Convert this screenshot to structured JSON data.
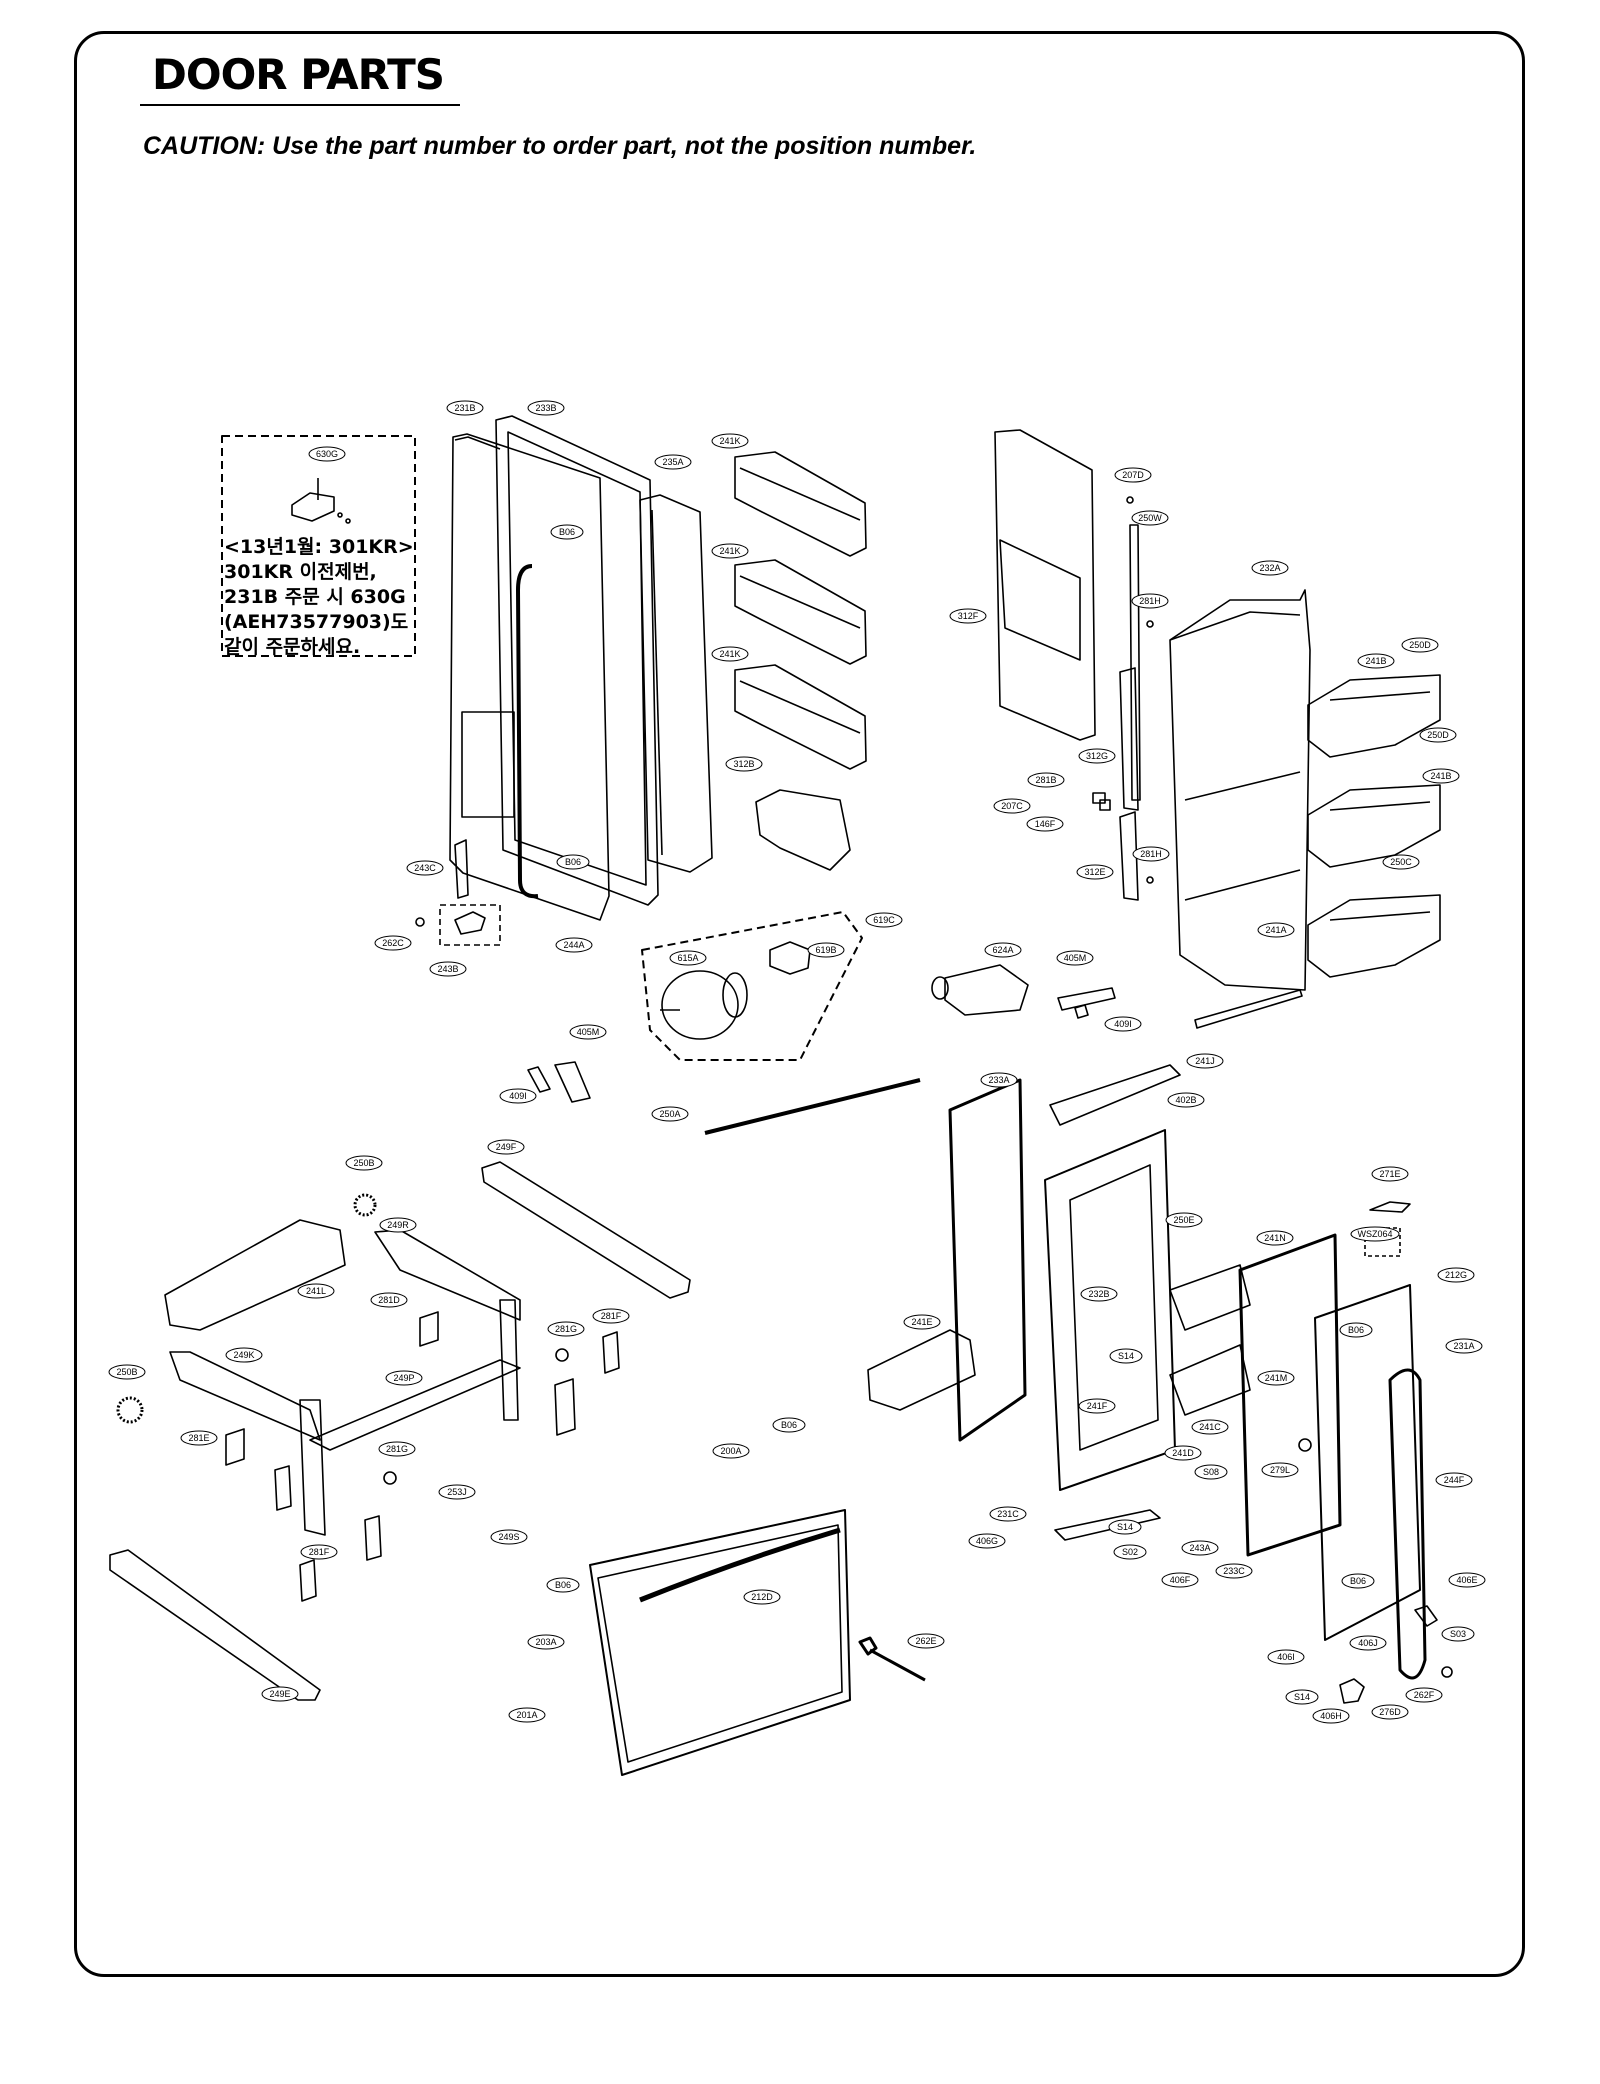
{
  "header": {
    "title": "DOOR PARTS",
    "caution": "CAUTION: Use the part number to order part, not the position number."
  },
  "inset_note": {
    "callout": "630G",
    "lines": [
      "<13년1월: 301KR>",
      "301KR 이전제번,",
      "231B 주문 시 630G",
      "(AEH73577903)도",
      "같이 주문하세요."
    ]
  },
  "callouts": [
    "231B",
    "233B",
    "235A",
    "241K",
    "241K",
    "241K",
    "B06",
    "312B",
    "243C",
    "B06",
    "262C",
    "243B",
    "244A",
    "312F",
    "207D",
    "250W",
    "232A",
    "281H",
    "241B",
    "250D",
    "250D",
    "241B",
    "312G",
    "281B",
    "207C",
    "146F",
    "281H",
    "312E",
    "250C",
    "241A",
    "619C",
    "615A",
    "619B",
    "624A",
    "405M",
    "409I",
    "405M",
    "409I",
    "250A",
    "233A",
    "241J",
    "402B",
    "250E",
    "271E",
    "WSZ064",
    "212G",
    "241N",
    "B06",
    "231A",
    "241E",
    "232B",
    "S14",
    "241F",
    "241M",
    "241C",
    "241D",
    "S08",
    "279L",
    "244F",
    "231C",
    "406G",
    "S14",
    "S02",
    "243A",
    "406F",
    "233C",
    "B06",
    "406E",
    "406J",
    "S03",
    "406I",
    "S14",
    "276D",
    "406H",
    "262F",
    "249F",
    "250B",
    "249R",
    "241L",
    "281D",
    "281G",
    "281F",
    "249K",
    "249P",
    "250B",
    "281E",
    "281G",
    "253J",
    "281F",
    "249S",
    "249E",
    "200A",
    "B06",
    "B06",
    "212D",
    "203A",
    "201A",
    "262E"
  ]
}
